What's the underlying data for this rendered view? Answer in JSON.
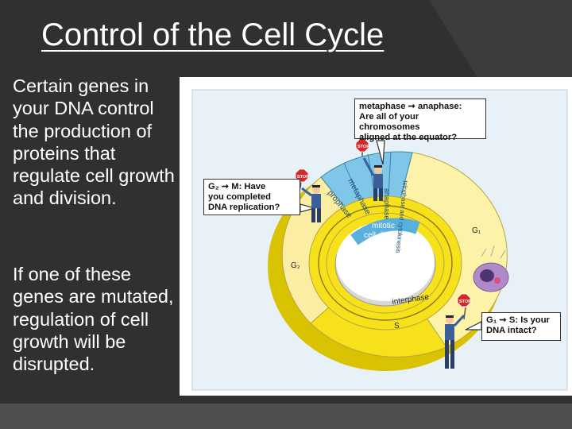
{
  "slide": {
    "title": "Control of the Cell Cycle",
    "paragraph1": "Certain genes in your DNA control the production of proteins that regulate cell growth and division.",
    "paragraph2": "If one of these genes are mutated, regulation of cell growth will be disrupted."
  },
  "diagram": {
    "callouts": {
      "metaphase_line1": "metaphase ➞ anaphase:",
      "metaphase_line2": "Are all of your chromosomes",
      "metaphase_line3": "aligned at the equator?",
      "g2_line1": "G₂ ➞ M: Have",
      "g2_line2": "you completed",
      "g2_line3": "DNA replication?",
      "g1_line1": "G₁ ➞ S: Is your",
      "g1_line2": "DNA intact?"
    },
    "phase_labels": {
      "g1": "G₁",
      "g2": "G₂",
      "s": "S",
      "interphase": "interphase",
      "mitotic": "mitotic",
      "cell_division": "cell division",
      "prophase": "prophase",
      "metaphase": "metaphase",
      "anaphase": "anaphase",
      "telophase_cytokinesis": "telophase and cytokinesis"
    },
    "stop_sign": "STOP",
    "colors": {
      "g1_fill": "#fdf3a8",
      "g2_fill": "#fbeea2",
      "s_fill": "#f6e11b",
      "mitosis_fill": "#7fc6e8",
      "stop_red": "#d7262a"
    }
  }
}
